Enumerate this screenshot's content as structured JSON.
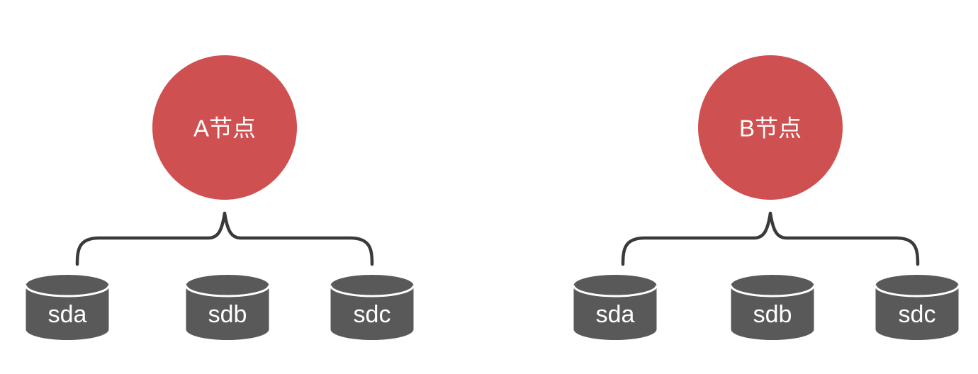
{
  "diagram": {
    "background": "#ffffff",
    "colors": {
      "node_fill": "#cf5051",
      "node_text": "#ffffff",
      "disk_fill": "#595959",
      "disk_text": "#ffffff",
      "disk_rim": "#ffffff",
      "brace_stroke": "#3a3a3a"
    },
    "groups": [
      {
        "node_label": "A节点",
        "disks": [
          "sda",
          "sdb",
          "sdc"
        ]
      },
      {
        "node_label": "B节点",
        "disks": [
          "sda",
          "sdb",
          "sdc"
        ]
      }
    ]
  }
}
